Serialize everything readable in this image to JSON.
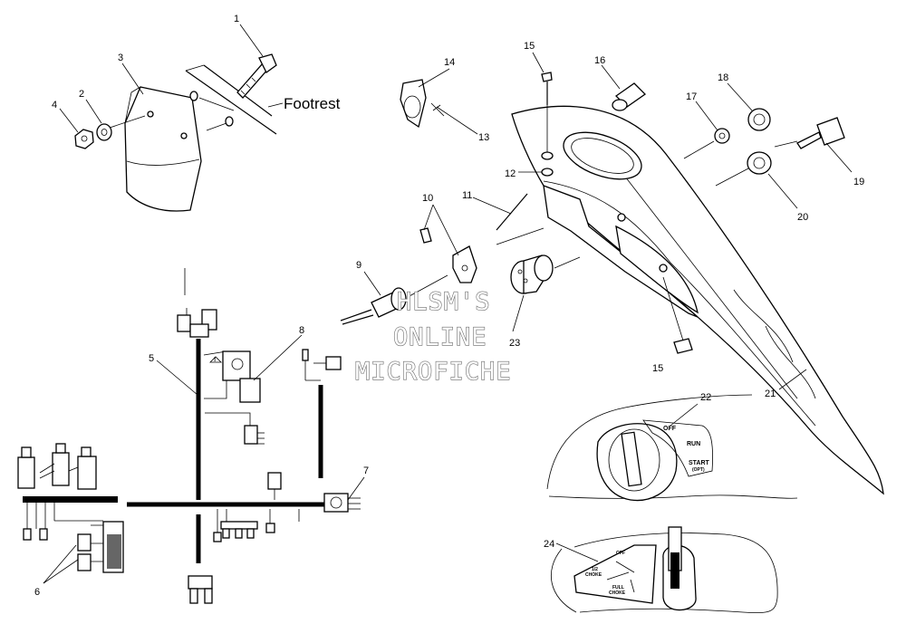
{
  "callouts": {
    "c1": "1",
    "c2": "2",
    "c3": "3",
    "c4": "4",
    "c5": "5",
    "c6": "6",
    "c7": "7",
    "c8": "8",
    "c9": "9",
    "c10": "10",
    "c11": "11",
    "c12": "12",
    "c13": "13",
    "c14": "14",
    "c15a": "15",
    "c15b": "15",
    "c16": "16",
    "c17": "17",
    "c18": "18",
    "c19": "19",
    "c20": "20",
    "c21": "21",
    "c22": "22",
    "c23": "23",
    "c24": "24"
  },
  "labels": {
    "footrest": "Footrest"
  },
  "ignition_switch": {
    "off": "OFF",
    "run": "RUN",
    "start": "START",
    "opt": "(OPT)"
  },
  "choke_plate": {
    "off": "OFF",
    "half_choke_1": "1/2",
    "half_choke_2": "CHOKE",
    "full_choke_1": "FULL",
    "full_choke_2": "CHOKE"
  },
  "watermark": {
    "line1": "HLSM'S",
    "line2": "ONLINE",
    "line3": "MICROFICHE"
  }
}
